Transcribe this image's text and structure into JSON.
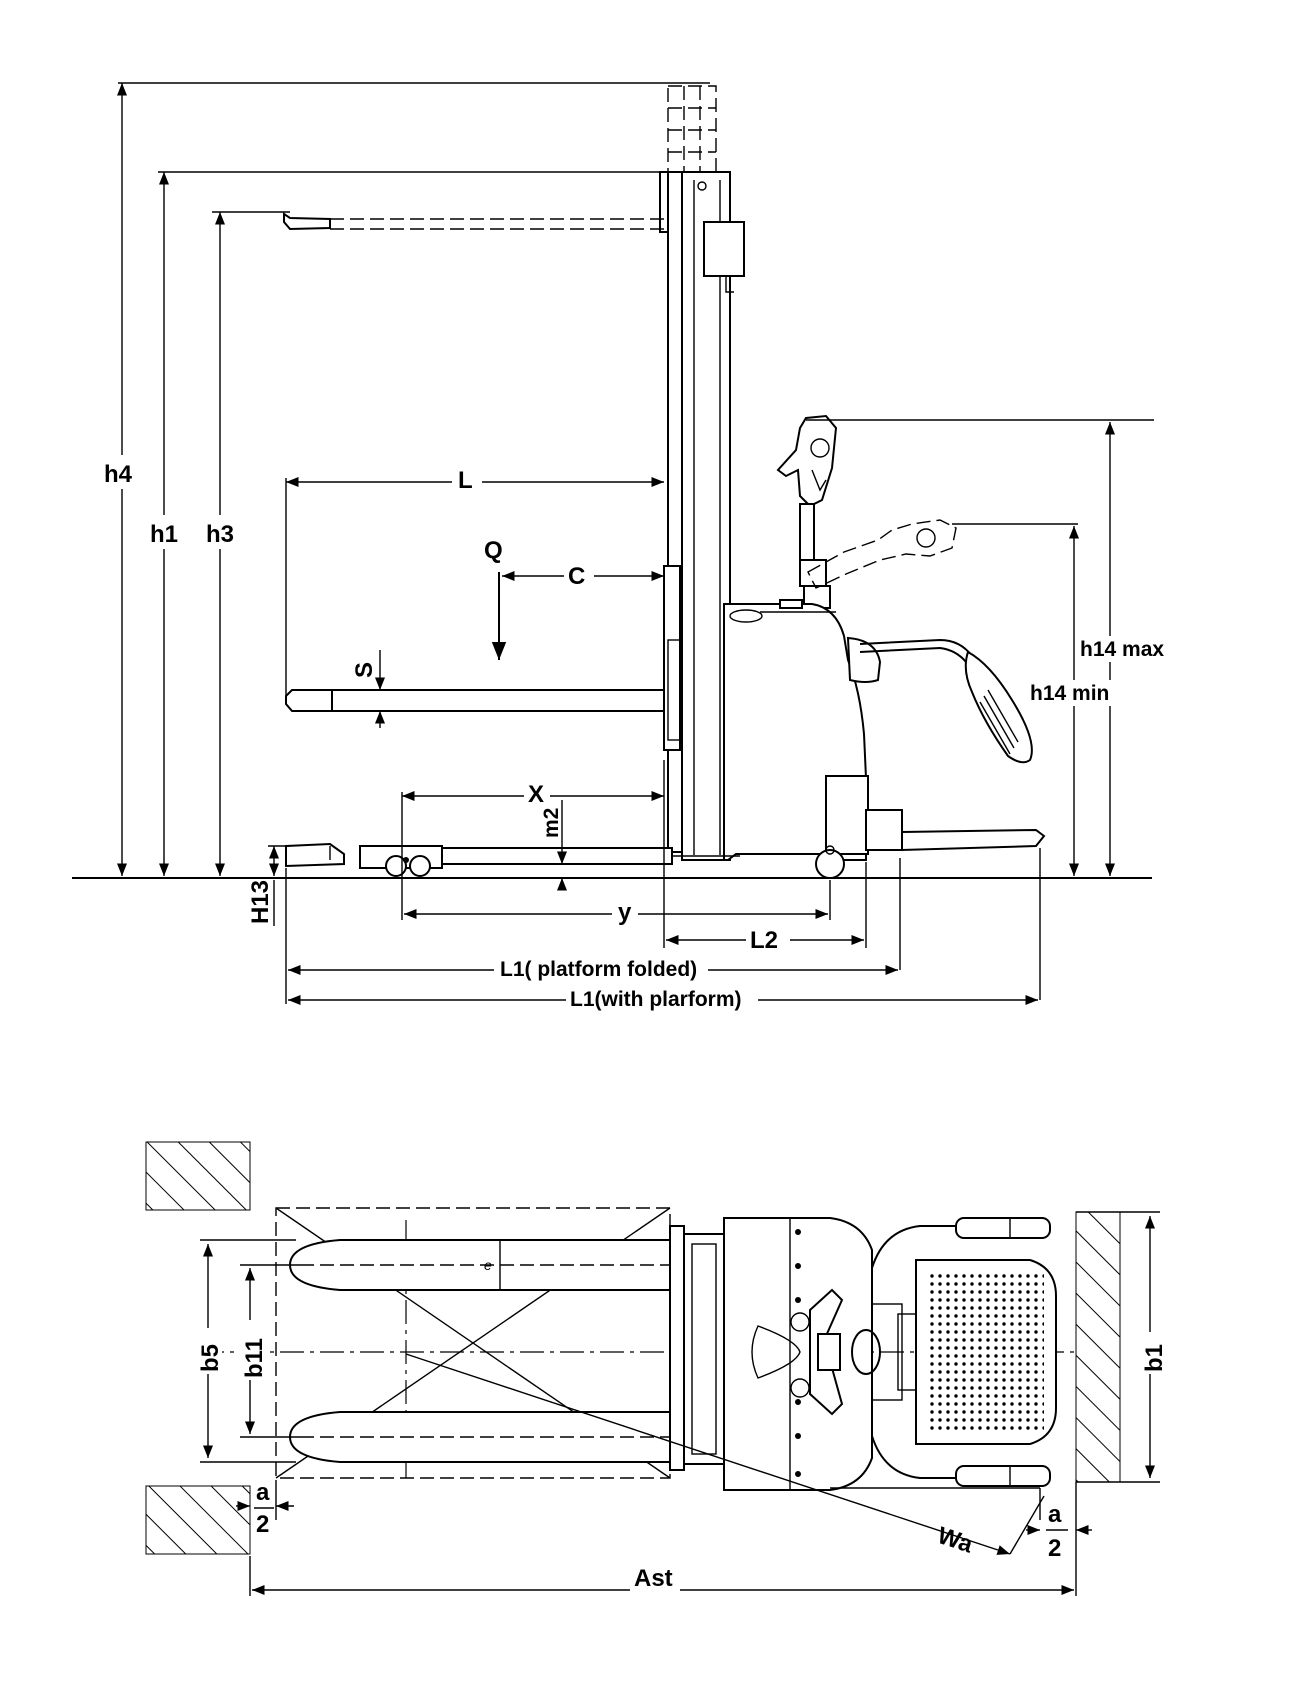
{
  "side_view": {
    "dimensions": {
      "h4": "h4",
      "h1": "h1",
      "h3": "h3",
      "L": "L",
      "Q": "Q",
      "C": "C",
      "S": "S",
      "X": "X",
      "m2": "m2",
      "H13": "H13",
      "y": "y",
      "L2": "L2",
      "L1_folded": "L1( platform folded)",
      "L1_with": "L1(with plarform)",
      "h14_max": "h14 max",
      "h14_min": "h14 min"
    }
  },
  "top_view": {
    "dimensions": {
      "b5": "b5",
      "b11": "b11",
      "b1": "b1",
      "e": "e",
      "a_left": "a",
      "two_left": "2",
      "a_right": "a",
      "two_right": "2",
      "Wa": "Wa",
      "Ast": "Ast"
    }
  }
}
